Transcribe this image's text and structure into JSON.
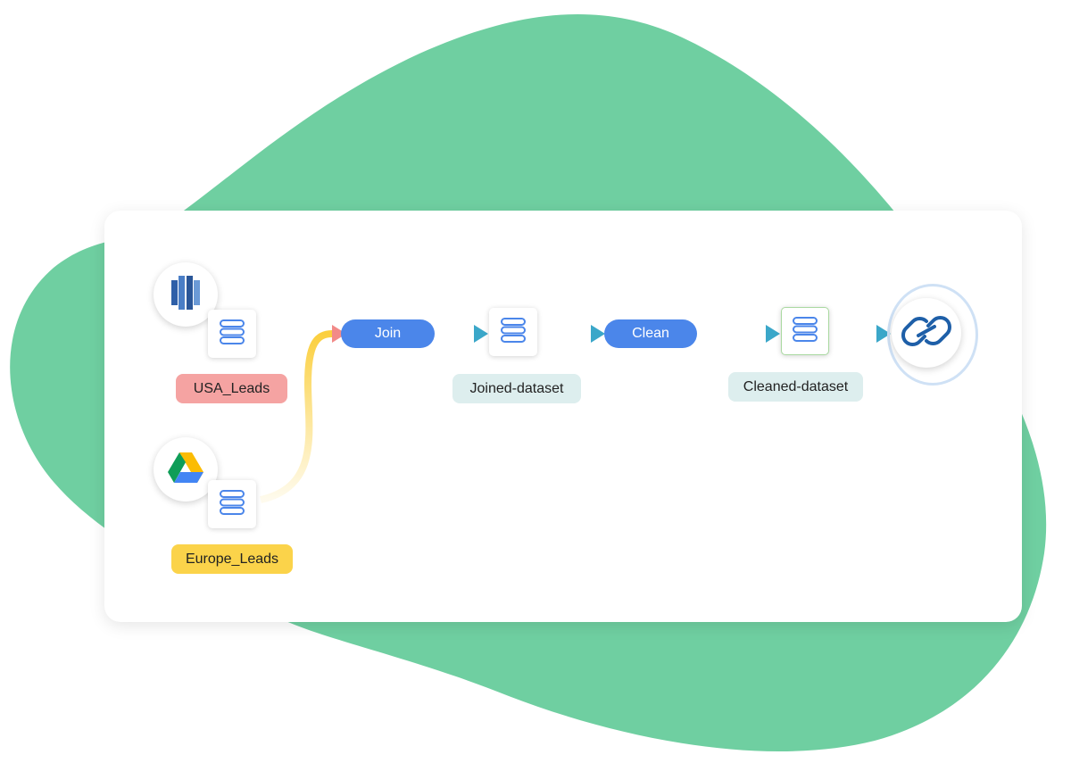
{
  "colors": {
    "blob": "#6fcfa1",
    "step_blue": "#4b86ea",
    "arrow_teal": "#3ba7c9",
    "red_label": "#f5a3a2",
    "yellow_label": "#fbd34a",
    "teal_label": "#ddeeee"
  },
  "sources": [
    {
      "label": "USA_Leads",
      "icon": "redshift-icon"
    },
    {
      "label": "Europe_Leads",
      "icon": "google-drive-icon"
    }
  ],
  "steps": {
    "join": "Join",
    "clean": "Clean"
  },
  "datasets": {
    "joined": "Joined-dataset",
    "cleaned": "Cleaned-dataset"
  },
  "destination": {
    "icon": "zoho-infinity-icon"
  }
}
